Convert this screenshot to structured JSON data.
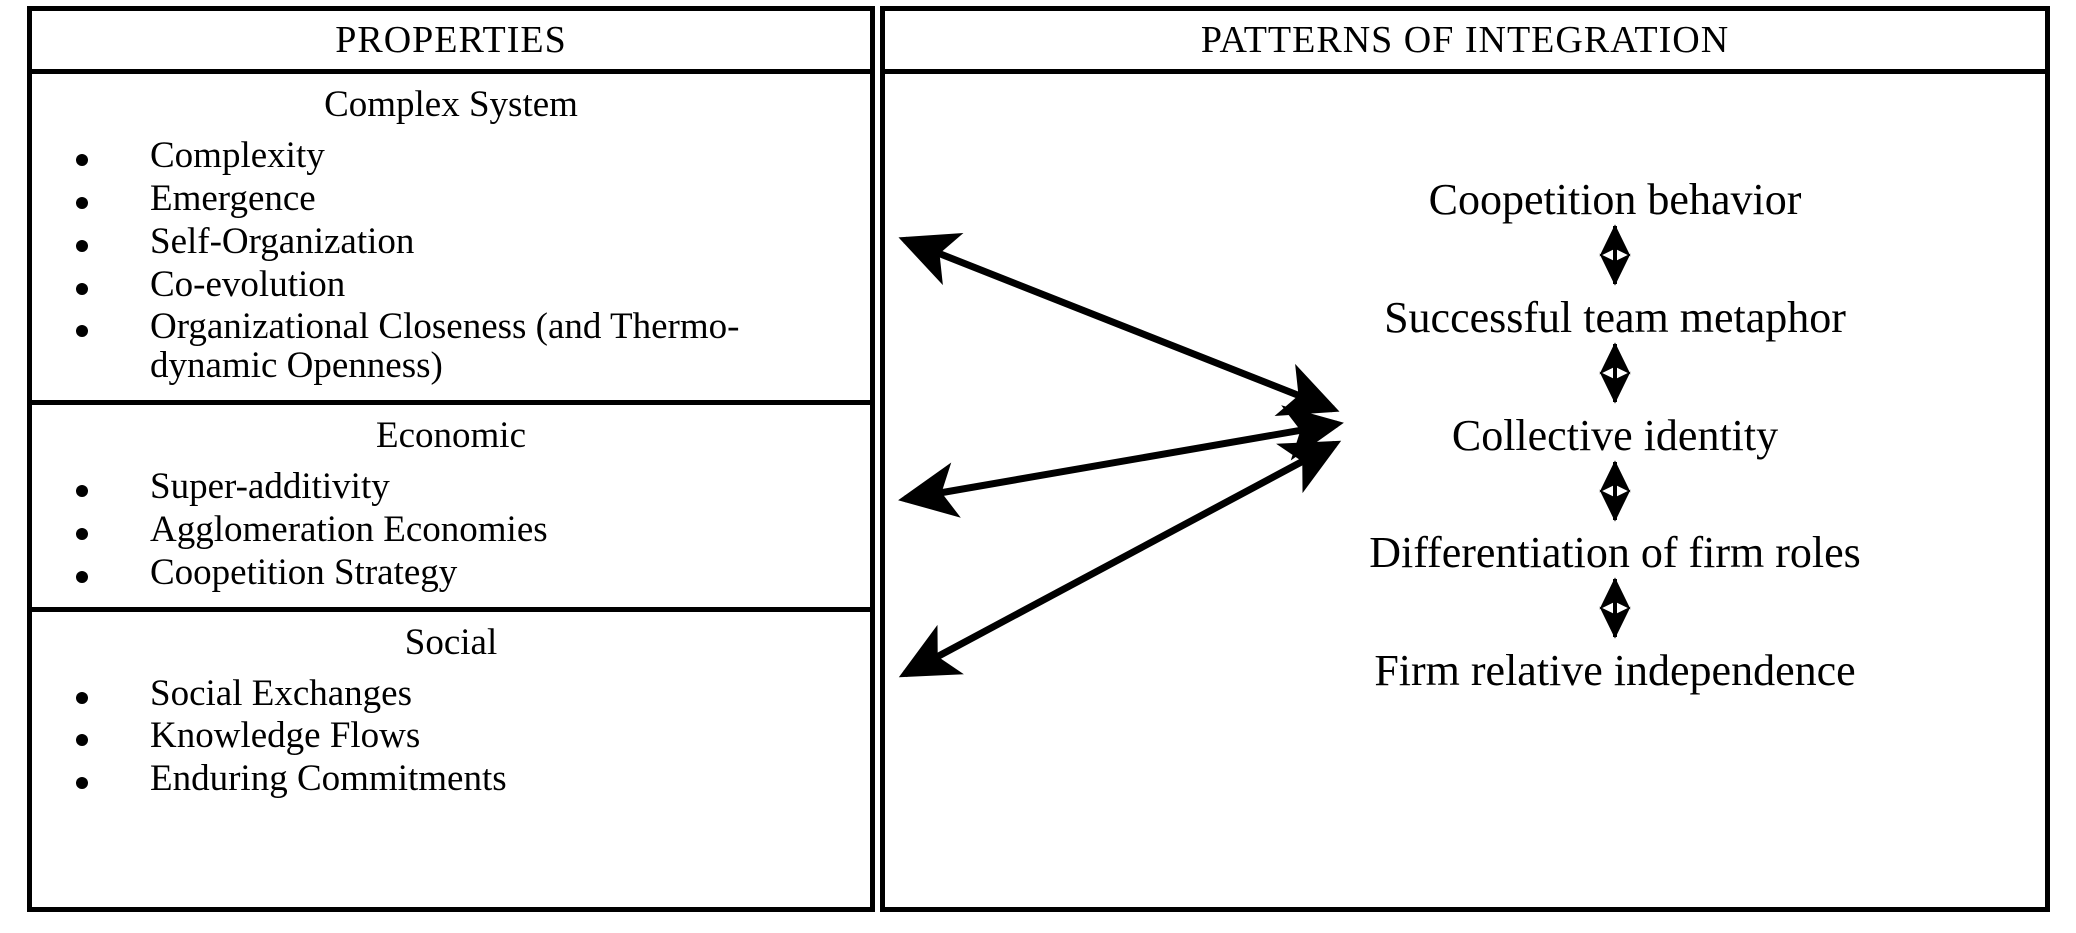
{
  "figure": {
    "left_column": {
      "header": "PROPERTIES",
      "sections": [
        {
          "title": "Complex System",
          "items": [
            "Complexity",
            "Emergence",
            "Self-Organization",
            "Co-evolution",
            "Organizational Closeness (and Thermo-dynamic Openness)"
          ]
        },
        {
          "title": "Economic",
          "items": [
            "Super-additivity",
            "Agglomeration Economies",
            "Coopetition Strategy"
          ]
        },
        {
          "title": "Social",
          "items": [
            "Social Exchanges",
            "Knowledge Flows",
            "Enduring Commitments"
          ]
        }
      ]
    },
    "right_column": {
      "header": "PATTERNS OF INTEGRATION",
      "chain_nodes": [
        "Coopetition behavior",
        "Successful team metaphor",
        "Collective identity",
        "Differentiation of firm roles",
        "Firm relative independence"
      ],
      "vertical_connectors": [
        "double-headed-arrow",
        "double-headed-arrow",
        "double-headed-arrow",
        "double-headed-arrow"
      ],
      "cross_links": [
        "double-headed-arrow-upper-left",
        "double-headed-arrow-middle-left",
        "double-headed-arrow-lower-left"
      ]
    },
    "colors": {
      "ink": "#000000",
      "paper": "#ffffff"
    }
  }
}
